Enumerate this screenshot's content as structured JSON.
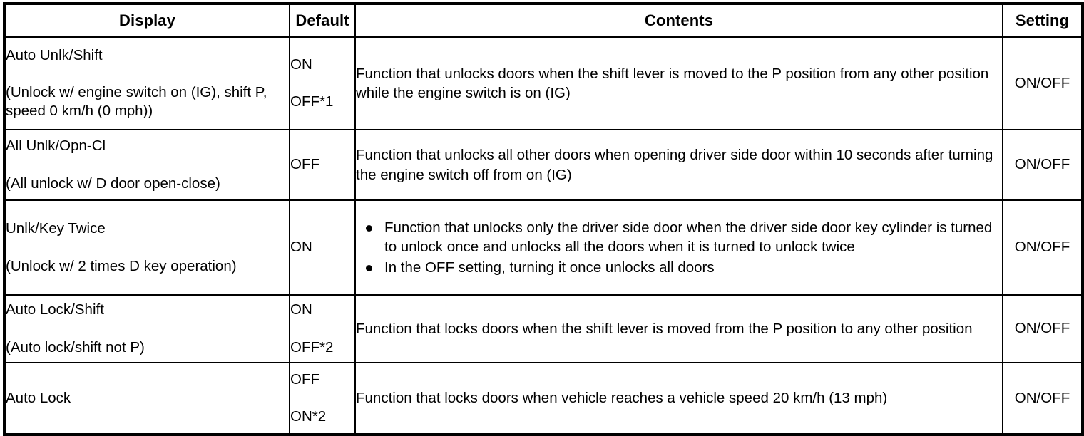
{
  "table": {
    "columns": [
      {
        "key": "display",
        "label": "Display"
      },
      {
        "key": "default",
        "label": "Default"
      },
      {
        "key": "contents",
        "label": "Contents"
      },
      {
        "key": "setting",
        "label": "Setting"
      }
    ],
    "rows": [
      {
        "display_label": "Auto Unlk/Shift",
        "display_sub": "(Unlock w/ engine switch on (IG), shift P, speed 0 km/h (0 mph))",
        "default_values": [
          "ON",
          "OFF*1"
        ],
        "contents_text": "Function that unlocks doors when the shift lever is moved to the P position from any other position while the engine switch is on (IG)",
        "contents_bullets": [],
        "setting": "ON/OFF"
      },
      {
        "display_label": "All Unlk/Opn-Cl",
        "display_sub": "(All unlock w/ D door open-close)",
        "default_values": [
          "OFF"
        ],
        "contents_text": "Function that unlocks all other doors when opening driver side door within 10 seconds after turning the engine switch off from on (IG)",
        "contents_bullets": [],
        "setting": "ON/OFF"
      },
      {
        "display_label": "Unlk/Key Twice",
        "display_sub": "(Unlock w/ 2 times D key operation)",
        "default_values": [
          "ON"
        ],
        "contents_text": "",
        "contents_bullets": [
          "Function that unlocks only the driver side door when the driver side door key cylinder is turned to unlock once and unlocks all the doors when it is turned to unlock twice",
          "In the OFF setting, turning it once unlocks all doors"
        ],
        "setting": "ON/OFF"
      },
      {
        "display_label": "Auto Lock/Shift",
        "display_sub": "(Auto lock/shift not P)",
        "default_values": [
          "ON",
          "OFF*2"
        ],
        "contents_text": "Function that locks doors when the shift lever is moved from the P position to any other position",
        "contents_bullets": [],
        "setting": "ON/OFF"
      },
      {
        "display_label": "Auto Lock",
        "display_sub": "",
        "default_values": [
          "OFF",
          "ON*2"
        ],
        "contents_text": "Function that locks doors when vehicle reaches a vehicle speed 20 km/h (13 mph)",
        "contents_bullets": [],
        "setting": "ON/OFF"
      }
    ]
  }
}
